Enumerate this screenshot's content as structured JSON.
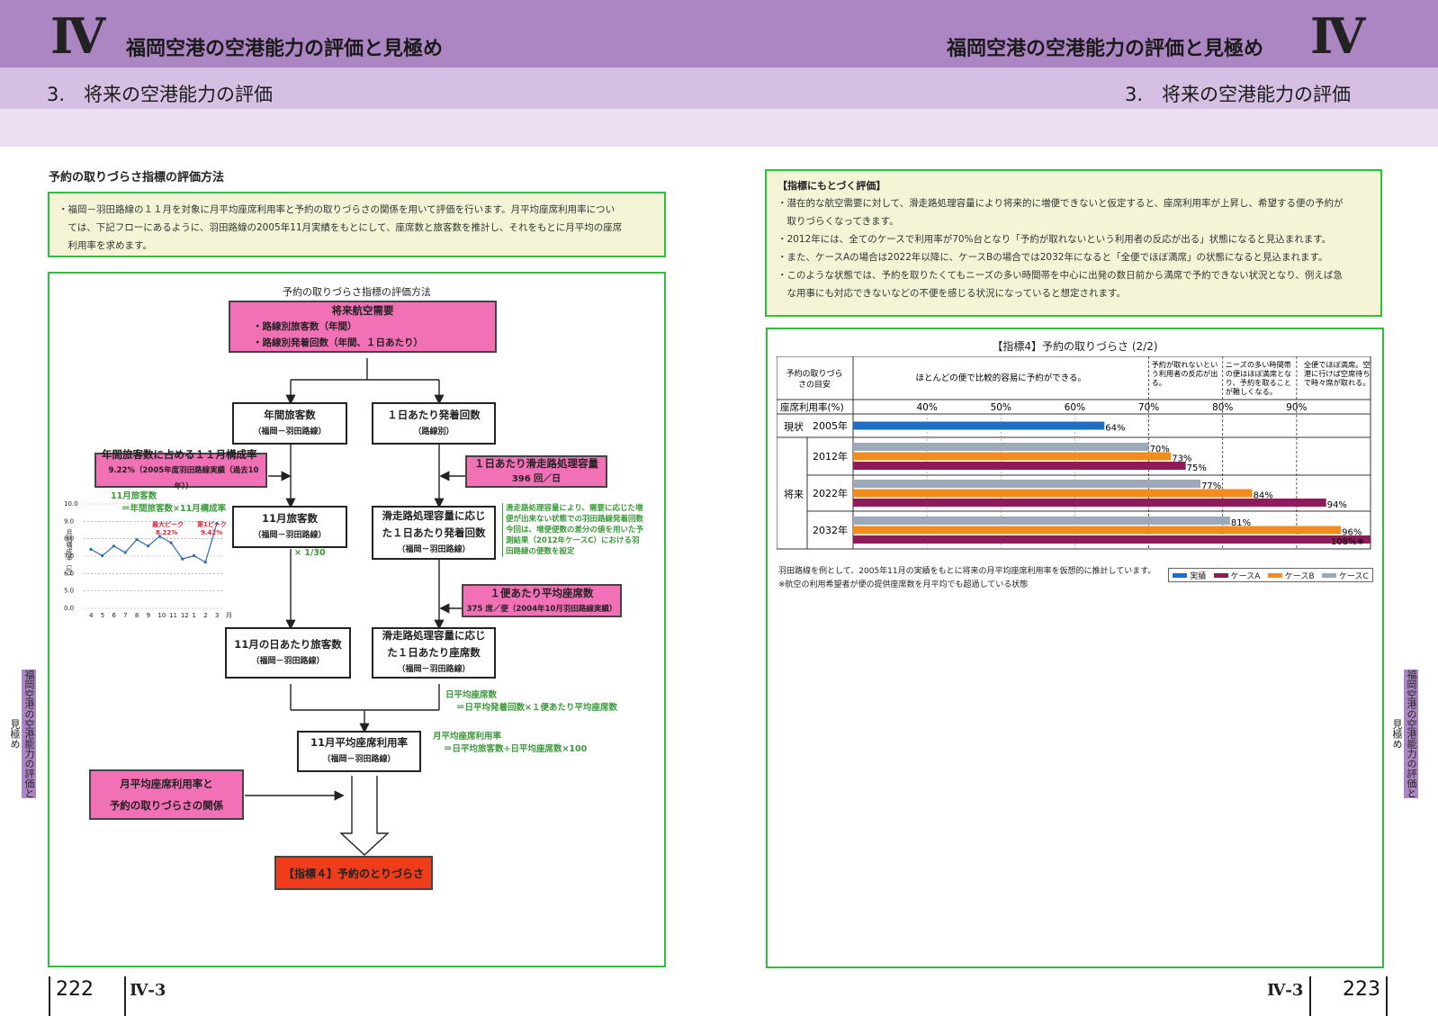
{
  "header": {
    "roman_left": "Ⅳ",
    "roman_right": "Ⅳ",
    "chapter_title_left": "福岡空港の空港能力の評価と見極め",
    "chapter_title_right": "福岡空港の空港能力の評価と見極め",
    "section_left": "3.　将来の空港能力の評価",
    "section_right": "3.　将来の空港能力の評価"
  },
  "side_tab": {
    "left": "福岡空港の空港能力の評価と見極め",
    "right": "福岡空港の空港能力の評価と見極め"
  },
  "left": {
    "heading": "予約の取りづらさ指標の評価方法",
    "intro_lines": [
      "・福岡－羽田路線の１１月を対象に月平均座席利用率と予約の取りづらさの関係を用いて評価を行います。月平均座席利用率につい",
      "　ては、下記フローにあるように、羽田路線の2005年11月実績をもとにして、座席数と旅客数を推計し、それをもとに月平均の座席",
      "　利用率を求めます。"
    ],
    "figure_title": "予約の取りづらさ指標の評価方法",
    "flow": {
      "demand_title": "将来航空需要",
      "demand_line1": "・路線別旅客数（年間）",
      "demand_line2": "・路線別発着回数（年間、１日あたり）",
      "annual_pax": "年間旅客数",
      "annual_pax_sub": "（福岡－羽田路線）",
      "daily_flights": "１日あたり発着回数",
      "daily_flights_sub": "（路線別）",
      "nov_share": "年間旅客数に占める１１月構成率",
      "nov_share_val": "9.22%（2005年度羽田路線実績（過去10年））",
      "runway_cap": "１日あたり滑走路処理容量",
      "runway_cap_val": "396 回／日",
      "nov_pax_calc_1": "11月旅客数",
      "nov_pax_calc_2": "＝年間旅客数×11月構成率",
      "nov_pax": "11月旅客数",
      "nov_pax_sub": "（福岡－羽田路線）",
      "div30": "× 1/30",
      "adj_flights": "滑走路処理容量に応じた１日あたり発着回数",
      "adj_flights_sub": "（福岡－羽田路線）",
      "adj_note": "滑走路処理容量により、需要に応じた増便が出来ない状態での羽田路線発着回数\n今回は、増便便数の差分の値を用いた予測結果（2012年ケースC）における羽田路線の便数を設定",
      "avg_seats": "１便あたり平均座席数",
      "avg_seats_val": "375 席／便（2004年10月羽田路線実績）",
      "nov_daily_pax": "11月の日あたり旅客数",
      "nov_daily_pax_sub": "（福岡－羽田路線）",
      "daily_seats": "滑走路処理容量に応じた１日あたり座席数",
      "daily_seats_sub": "（福岡－羽田路線）",
      "daily_seats_calc_1": "日平均座席数",
      "daily_seats_calc_2": "＝日平均発着回数×１便あたり平均座席数",
      "load_factor": "11月平均座席利用率",
      "load_factor_sub": "（福岡－羽田路線）",
      "load_calc_1": "月平均座席利用率",
      "load_calc_2": "＝日平均旅客数÷日平均座席数×100",
      "relation_1": "月平均座席利用率と",
      "relation_2": "予約の取りづらさの関係",
      "indicator": "【指標４】予約のとりづらさ"
    },
    "mini_chart": {
      "months": [
        "4",
        "5",
        "6",
        "7",
        "8",
        "9",
        "10",
        "11",
        "12",
        "1",
        "2",
        "3"
      ],
      "month_suffix": "月",
      "y_ticks": [
        "10.0",
        "9.0",
        "8.0",
        "7.0",
        "6.0",
        "5.0",
        "0.0"
      ],
      "y_label": "月別構成率（％）",
      "peak1": "最大ピーク",
      "peak1_val": "8.22%",
      "peak2": "第1ピーク",
      "peak2_val": "9.42%"
    },
    "page_number": "222",
    "page_code": "Ⅳ-3"
  },
  "right": {
    "box_title": "【指標にもとづく評価】",
    "bullets": [
      "・潜在的な航空需要に対して、滑走路処理容量により将来的に増便できないと仮定すると、座席利用率が上昇し、希望する便の予約が",
      "　取りづらくなってきます。",
      "・2012年には、全てのケースで利用率が70%台となり「予約が取れないという利用者の反応が出る」状態になると見込まれます。",
      "・また、ケースAの場合は2022年以降に、ケースBの場合では2032年になると「全便でほぼ満席」の状態になると見込まれます。",
      "・このような状態では、予約を取りたくてもニーズの多い時間帯を中心に出発の数日前から満席で予約できない状況となり、例えば急",
      "　な用事にも対応できないなどの不便を感じる状況になっていると想定されます。"
    ],
    "chart_title": "【指標4】予約の取りづらさ (2/2)",
    "guide_label": "予約の取りづらさの目安",
    "guide_easy": "ほとんどの便で比較的容易に予約ができる。",
    "guide_70": "予約が取れないという利用者の反応が出る。",
    "guide_80": "ニーズの多い時間帯の便はほぼ満席となり、予約を取ることが難しくなる。",
    "guide_90": "全便でほぼ満席。空港に行けば空席待ちで時々席が取れる。",
    "axis_label": "座席利用率(%)",
    "group_now": "現状",
    "group_future": "将来",
    "footnote1": "羽田路線を例として、2005年11月の実績をもとに将来の月平均座席利用率を仮想的に推計しています。",
    "footnote2": "※航空の利用希望者が便の提供座席数を月平均でも超過している状態",
    "page_number": "223",
    "page_code": "Ⅳ-3"
  },
  "chart_data": {
    "type": "bar",
    "orientation": "horizontal",
    "title": "【指標4】予約の取りづらさ (2/2)",
    "xlabel": "座席利用率(%)",
    "xlim": [
      30,
      100
    ],
    "x_ticks": [
      "40%",
      "50%",
      "60%",
      "70%",
      "80%",
      "90%"
    ],
    "categories": [
      "2005年",
      "2012年",
      "2022年",
      "2032年"
    ],
    "series": [
      {
        "name": "実績",
        "color": "#1f6fc4",
        "values": [
          64,
          null,
          null,
          null
        ],
        "labels": [
          "64%",
          "",
          "",
          ""
        ]
      },
      {
        "name": "ケースC",
        "color": "#9ca9b8",
        "values": [
          null,
          70,
          77,
          81
        ],
        "labels": [
          "",
          "70%",
          "77%",
          "81%"
        ]
      },
      {
        "name": "ケースB",
        "color": "#f28c1c",
        "values": [
          null,
          73,
          84,
          96
        ],
        "labels": [
          "",
          "73%",
          "84%",
          "96%"
        ]
      },
      {
        "name": "ケースA",
        "color": "#8e1c5a",
        "values": [
          null,
          75,
          94,
          108
        ],
        "labels": [
          "",
          "75%",
          "94%",
          "108%※"
        ]
      }
    ],
    "legend": [
      "実績",
      "ケースA",
      "ケースB",
      "ケースC"
    ],
    "legend_placement": "bottom-right"
  }
}
